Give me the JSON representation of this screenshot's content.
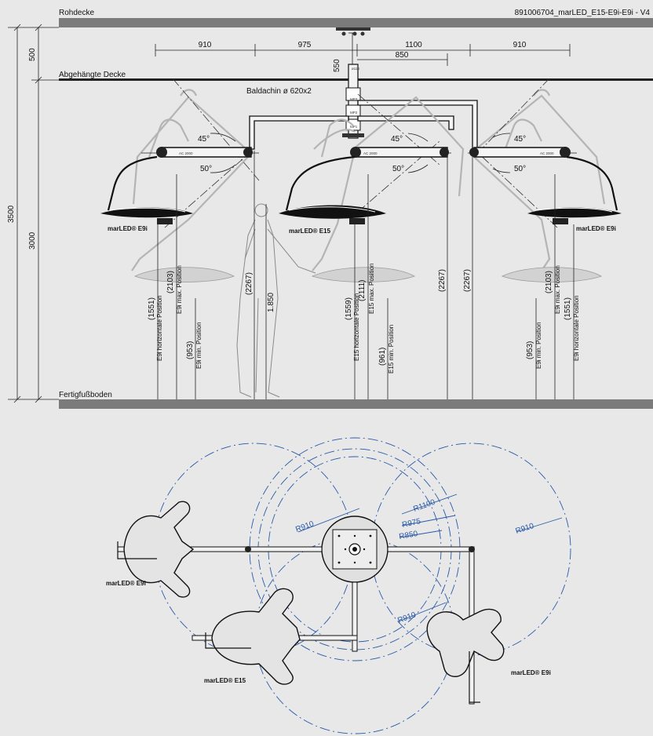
{
  "header": {
    "ceiling_label": "Rohdecke",
    "doc_id": "891006704_marLED_E15-E9i-E9i - V4"
  },
  "side_view": {
    "suspended_ceiling_label": "Abgehängte Decke",
    "floor_label": "Fertigfußboden",
    "canopy_label": "Baldachin ø 620x2",
    "top_dims": [
      "910",
      "975",
      "1100",
      "850",
      "910"
    ],
    "vertical_dims": {
      "total": "3500",
      "room": "3000",
      "void": "500",
      "drop": "550"
    },
    "angles": {
      "up": "45°",
      "down": "50°"
    },
    "arm_badge": "AC 2000",
    "mount_labels": {
      "top": "ø118",
      "mp3": "MP3",
      "mp2": "MP2",
      "mp1": "MP1"
    },
    "lights": {
      "left": "marLED® E9i",
      "center": "marLED® E15",
      "right": "marLED® E9i"
    },
    "heights": {
      "e9i_horizontal": "(1551)",
      "e9i_horizontal_label": "E9i horizontale Position",
      "e9i_max": "(2103)",
      "e9i_max_label": "E9i max. Position",
      "e9i_min": "(953)",
      "e9i_min_label": "E9i min. Position",
      "e15_horizontal": "(1559)",
      "e15_horizontal_label": "E15 horizontale Position",
      "e15_max": "(2111)",
      "e15_max_label": "E15 max. Position",
      "e15_min": "(961)",
      "e15_min_label": "E15 min. Position",
      "arm_height": "(2267)",
      "person_height": "1.850"
    }
  },
  "plan_view": {
    "radii": {
      "r910": "R910",
      "r975": "R975",
      "r1100": "R1100",
      "r850": "R850"
    },
    "lights": {
      "left": "marLED® E9i",
      "center": "marLED® E15",
      "right": "marLED® E9i"
    }
  }
}
